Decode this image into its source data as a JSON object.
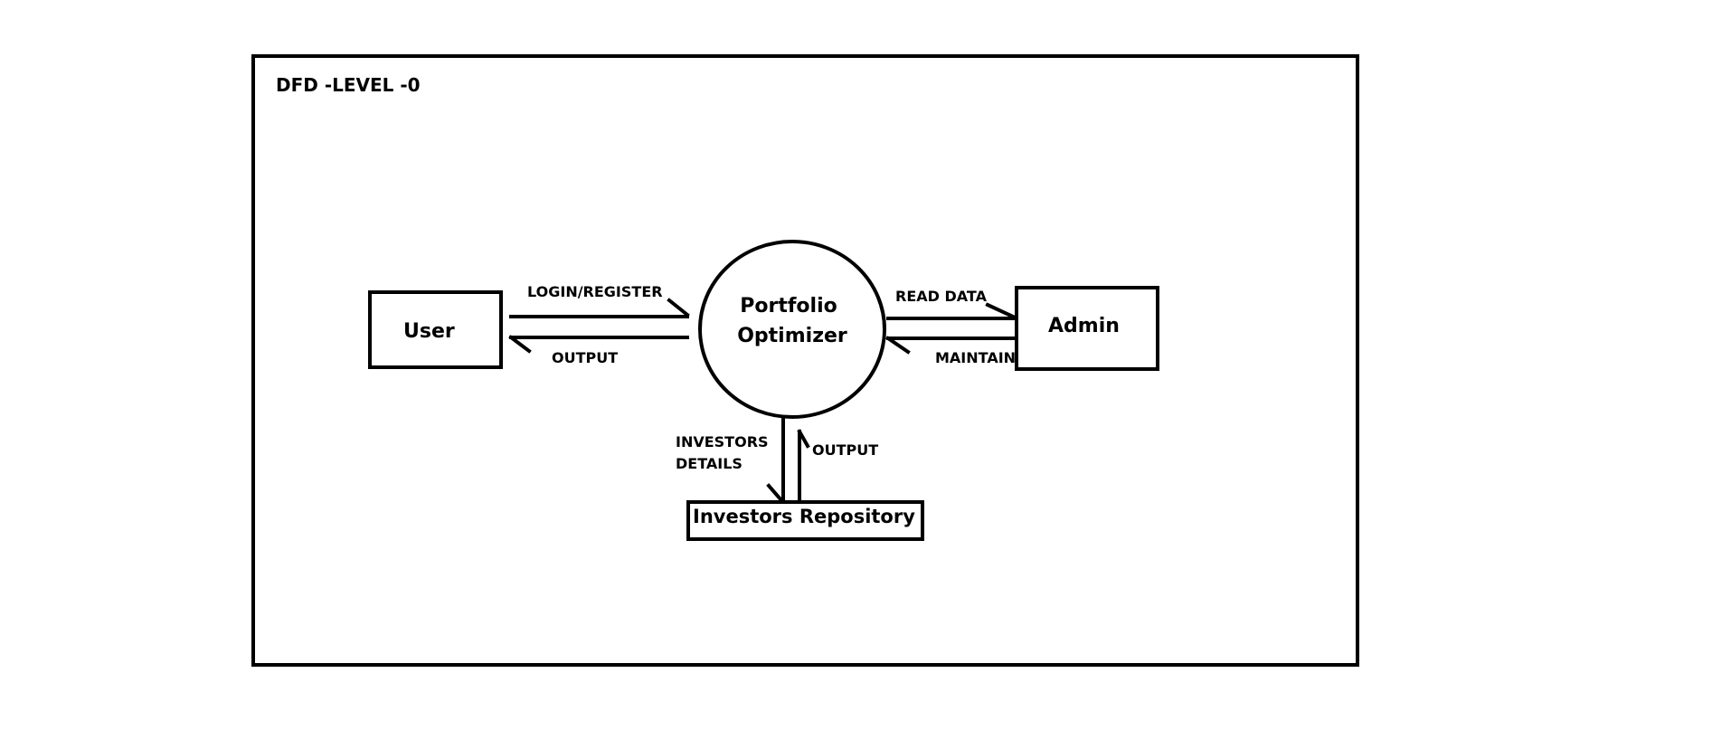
{
  "diagram": {
    "title": "DFD -LEVEL -0",
    "process": {
      "line1": "Portfolio",
      "line2": "Optimizer"
    },
    "entities": {
      "user": "User",
      "admin": "Admin"
    },
    "data_store": "Investors Repository",
    "flows": {
      "login_register": "LOGIN/REGISTER",
      "output_user": "OUTPUT",
      "read_data": "READ DATA",
      "maintain": "MAINTAIN",
      "investors_details_line1": "INVESTORS",
      "investors_details_line2": "DETAILS",
      "output_repo": "OUTPUT"
    }
  }
}
